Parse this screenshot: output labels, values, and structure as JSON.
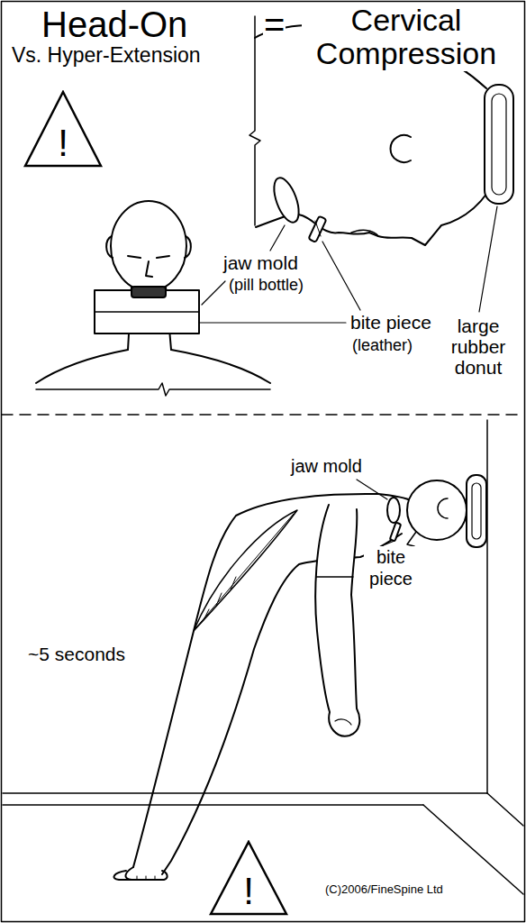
{
  "diagram": {
    "nodes": [
      {
        "text": [
          "!"
        ]
      },
      {
        "text": [
          "!"
        ]
      }
    ],
    "labels": [
      "Head-On",
      "=",
      "Cervical Compression",
      "Vs. Hyper-Extension",
      "jaw mold",
      "(pill bottle)",
      "bite piece",
      "(leather)",
      "large rubber donut",
      "jaw mold",
      "bite piece",
      "~5 seconds",
      "(C)2006/FineSpine Ltd"
    ]
  }
}
